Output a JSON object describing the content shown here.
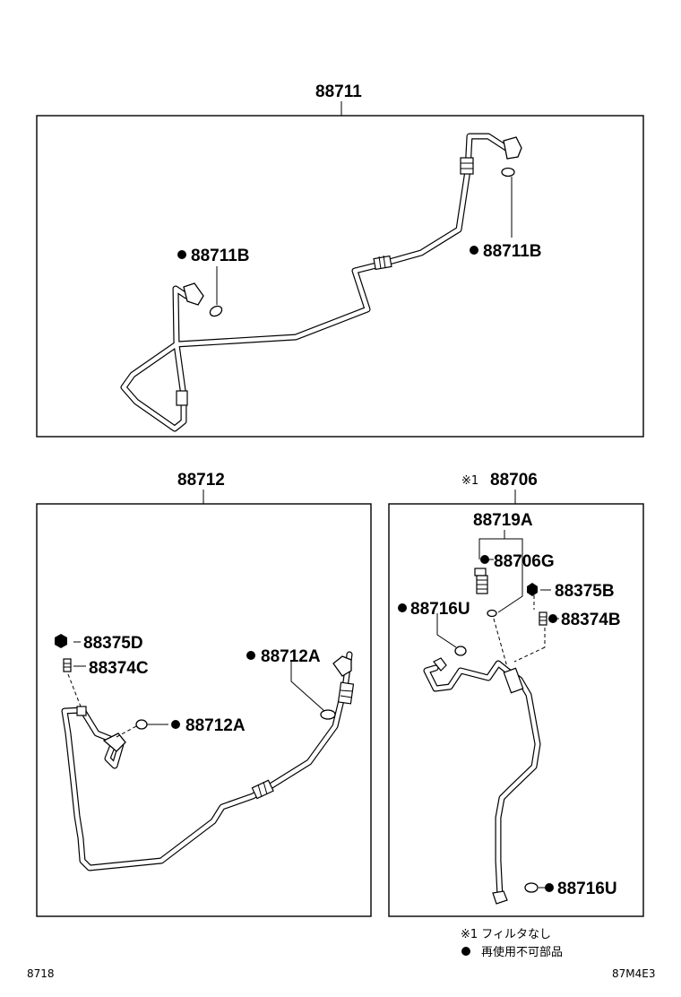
{
  "diagram": {
    "panel_top": {
      "part_number": "88711",
      "callout_right": "88711B",
      "callout_left": "88711B"
    },
    "panel_left": {
      "part_number": "88712",
      "callouts": {
        "nut": "88375D",
        "valve": "88374C",
        "oring_upper": "88712A",
        "oring_lower": "88712A"
      }
    },
    "panel_right": {
      "note_mark": "※1",
      "part_number": "88706",
      "callouts": {
        "assy": "88719A",
        "switch": "88706G",
        "nut": "88375B",
        "valve": "88374B",
        "oring_upper": "88716U",
        "oring_lower": "88716U"
      }
    },
    "legend": {
      "note1": "※1 フィルタなし",
      "note2": "再使用不可部品"
    },
    "footer": {
      "left_code": "8718",
      "right_code": "87M4E3"
    }
  }
}
